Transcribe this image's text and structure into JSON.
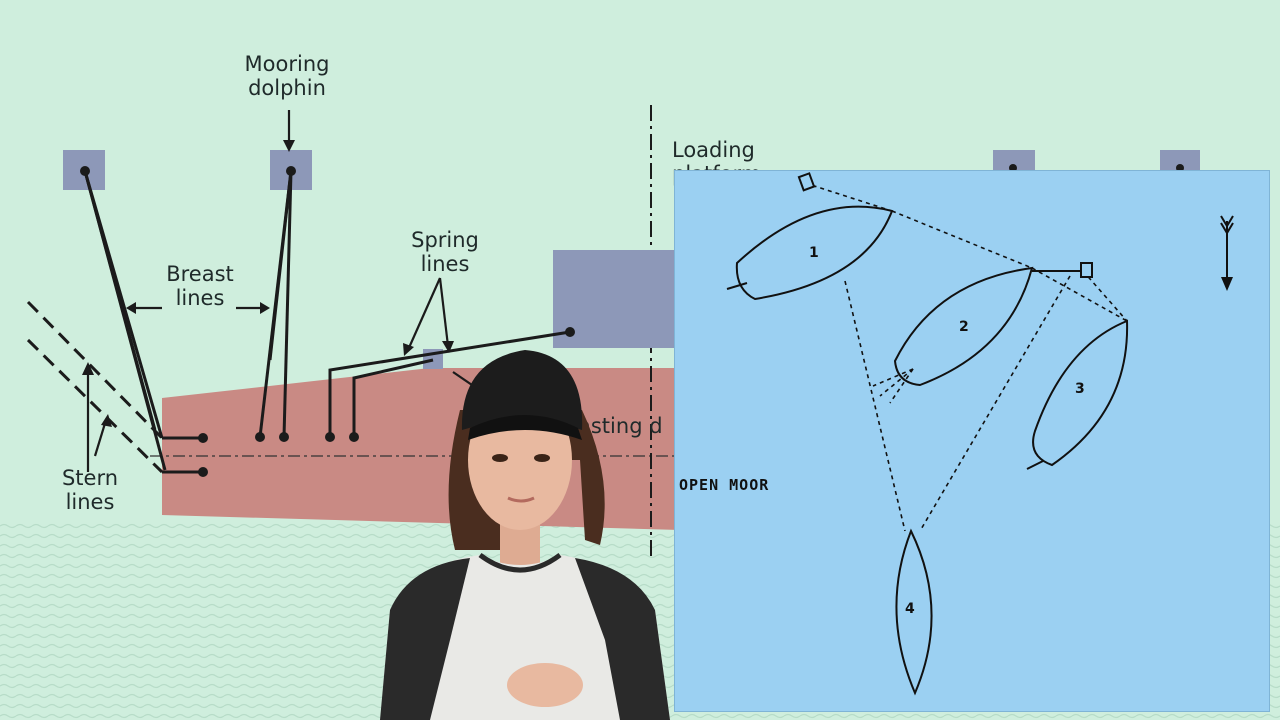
{
  "background_diagram": {
    "labels": {
      "mooring_dolphin": "Mooring\ndolphin",
      "loading_platform": "Loading\nplatform",
      "breast_lines": "Breast\nlines",
      "spring_lines": "Spring\nlines",
      "stern_lines": "Stern\nlines",
      "casting": "asting d"
    },
    "colors": {
      "background": "#cfeedd",
      "hull": "#c98a84",
      "dolphin": "#8d98b8",
      "lines": "#1b1b1b"
    }
  },
  "inset_diagram": {
    "title": "OPEN MOOR",
    "boats": [
      "1",
      "2",
      "3",
      "4"
    ],
    "colors": {
      "background": "#9bd0f2",
      "lines": "#111111"
    }
  },
  "presenter": {
    "colors": {
      "cap": "#1c1c1c",
      "shirt": "#e9e9e6",
      "sleeves": "#2a2a2a",
      "hair": "#4a2d1f",
      "skin": "#e8b9a0"
    }
  }
}
